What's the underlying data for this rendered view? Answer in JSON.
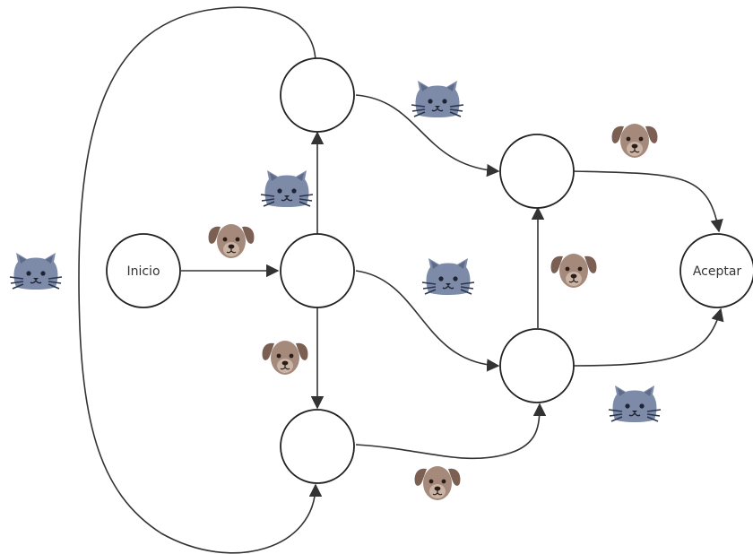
{
  "diagram": {
    "nodes": [
      {
        "id": "inicio",
        "label": "Inicio"
      },
      {
        "id": "top",
        "label": ""
      },
      {
        "id": "middle",
        "label": ""
      },
      {
        "id": "bottom",
        "label": ""
      },
      {
        "id": "right-upper",
        "label": ""
      },
      {
        "id": "right-lower",
        "label": ""
      },
      {
        "id": "aceptar",
        "label": "Aceptar"
      }
    ],
    "edges": [
      {
        "from": "inicio",
        "to": "middle",
        "symbol": "dog-icon"
      },
      {
        "from": "middle",
        "to": "top",
        "symbol": "cat-icon"
      },
      {
        "from": "middle",
        "to": "bottom",
        "symbol": "dog-icon"
      },
      {
        "from": "top",
        "to": "right-upper",
        "symbol": "cat-icon"
      },
      {
        "from": "middle",
        "to": "right-lower",
        "symbol": "cat-icon"
      },
      {
        "from": "bottom",
        "to": "right-lower",
        "symbol": "dog-icon"
      },
      {
        "from": "right-lower",
        "to": "right-upper",
        "symbol": "dog-icon"
      },
      {
        "from": "right-upper",
        "to": "aceptar",
        "symbol": "dog-icon"
      },
      {
        "from": "right-lower",
        "to": "aceptar",
        "symbol": "cat-icon"
      },
      {
        "from": "top",
        "to": "bottom",
        "symbol": "cat-icon"
      }
    ],
    "colors": {
      "cat": "#7d8aa8",
      "cat_dark": "#5d6a88",
      "dog": "#a58a7c",
      "dog_ear": "#7a5f52",
      "line": "#333333"
    }
  }
}
